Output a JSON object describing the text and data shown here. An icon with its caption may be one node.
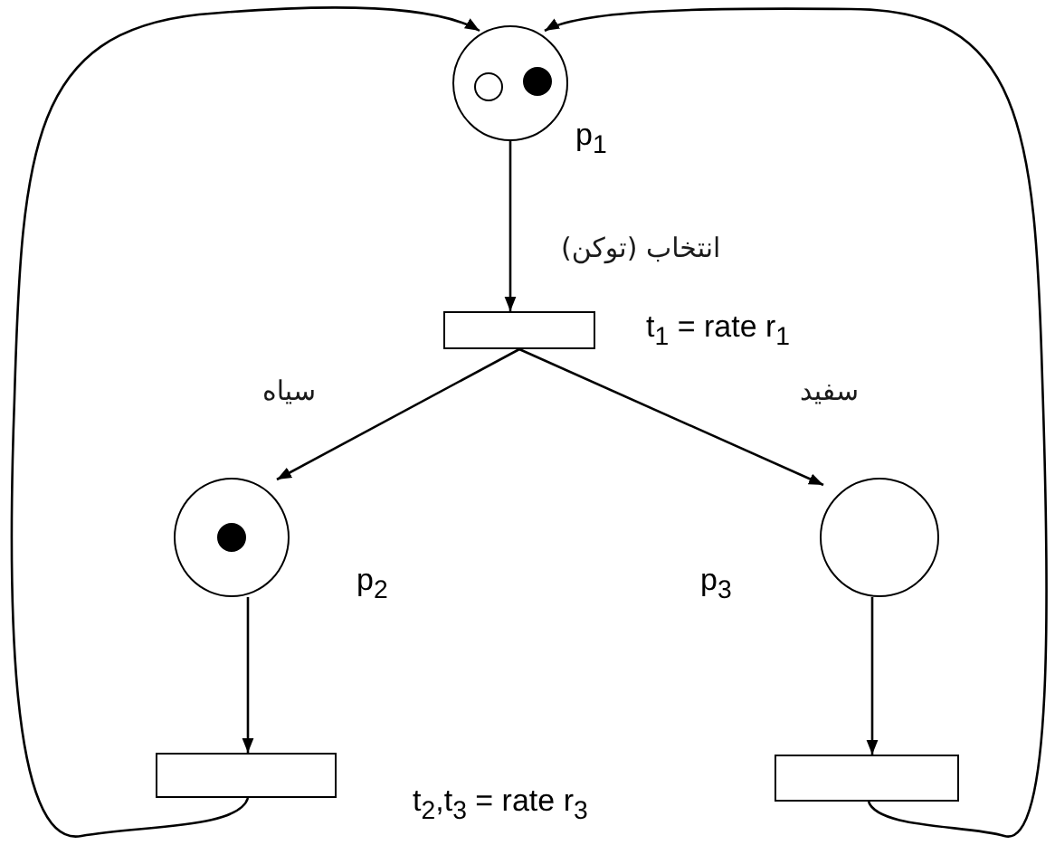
{
  "diagram": {
    "nodes": [
      {
        "text": [],
        "shape": "circle",
        "beside": [
          "p$_{1}$"
        ]
      },
      {
        "text": [],
        "shape": "box",
        "beside": [
          "t$_{1}$ = rate r$_{1}$"
        ]
      },
      {
        "text": [],
        "shape": "circle",
        "beside": [
          "p$_{2}$"
        ]
      },
      {
        "text": [],
        "shape": "circle",
        "beside": [
          "p$_{3}$"
        ]
      },
      {
        "text": [],
        "shape": "box"
      },
      {
        "text": [],
        "shape": "box"
      }
    ],
    "edges": [
      {
        "from": 0,
        "to": 1,
        "arrow": "to",
        "label": "انتخاب (توکن)"
      },
      {
        "from": 1,
        "to": 2,
        "arrow": "to",
        "label": "سیاه"
      },
      {
        "from": 1,
        "to": 3,
        "arrow": "to",
        "label": "سفید"
      },
      {
        "from": 2,
        "to": 4,
        "arrow": "to"
      },
      {
        "from": 3,
        "to": 5,
        "arrow": "to"
      },
      {
        "from": 4,
        "to": 0,
        "arrow": "to"
      },
      {
        "from": 5,
        "to": 0,
        "arrow": "to"
      }
    ],
    "labels": [
      "t$_{2}$,t$_{3}$ = rate r$_{3}$"
    ]
  }
}
